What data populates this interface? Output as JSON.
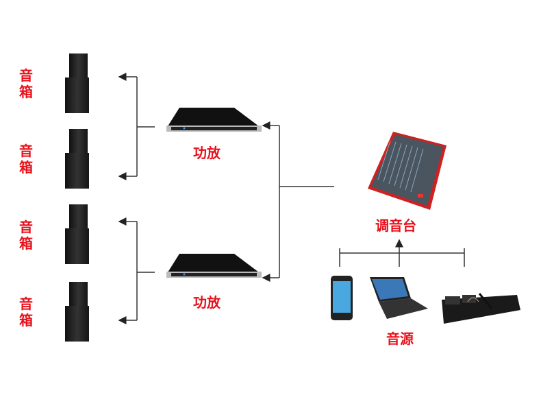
{
  "speakers": [
    {
      "label_1": "音",
      "label_2": "箱"
    },
    {
      "label_1": "音",
      "label_2": "箱"
    },
    {
      "label_1": "音",
      "label_2": "箱"
    },
    {
      "label_1": "音",
      "label_2": "箱"
    }
  ],
  "amplifiers": [
    {
      "label": "功放"
    },
    {
      "label": "功放"
    }
  ],
  "mixer": {
    "label": "调音台"
  },
  "sources": {
    "label": "音源",
    "devices": [
      "phone",
      "laptop",
      "wireless-mic-receiver"
    ]
  },
  "colors": {
    "label": "#e8101a",
    "line": "#333333"
  }
}
